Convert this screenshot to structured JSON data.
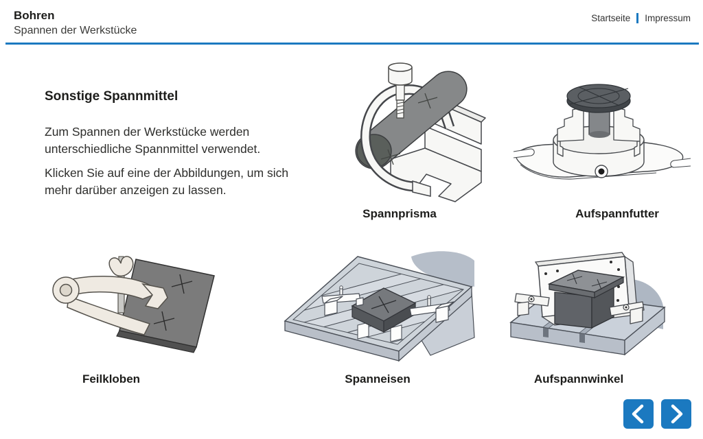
{
  "header": {
    "title": "Bohren",
    "subtitle": "Spannen der Werkstücke",
    "nav_links": [
      {
        "label": "Startseite"
      },
      {
        "label": "Impressum"
      }
    ]
  },
  "content": {
    "heading": "Sonstige Spannmittel",
    "paragraph1_lines": [
      "Zum Spannen der Werkstücke werden",
      "unterschiedliche Spannmittel verwendet."
    ],
    "paragraph2_lines": [
      "Klicken Sie auf eine der Abbildungen, um sich",
      "mehr darüber anzeigen zu lassen."
    ]
  },
  "figures": [
    {
      "label": "Spannprisma"
    },
    {
      "label": "Aufspannfutter"
    },
    {
      "label": "Feilkloben"
    },
    {
      "label": "Spanneisen"
    },
    {
      "label": "Aufspannwinkel"
    }
  ],
  "pager": {
    "prev_icon": "chevron-left",
    "next_icon": "chevron-right"
  },
  "colors": {
    "accent": "#1b79c0"
  }
}
